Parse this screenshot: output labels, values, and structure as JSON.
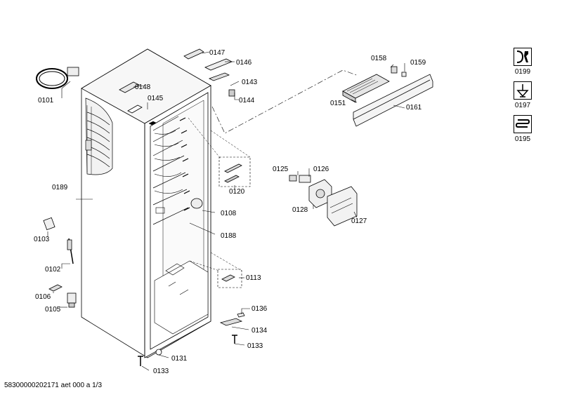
{
  "footer": {
    "text": "58300000202171 aet 000 a 1/3"
  },
  "callouts": {
    "c0101": "0101",
    "c0102": "0102",
    "c0103": "0103",
    "c0105": "0105",
    "c0106": "0106",
    "c0108": "0108",
    "c0113": "0113",
    "c0120": "0120",
    "c0125": "0125",
    "c0126": "0126",
    "c0127": "0127",
    "c0128": "0128",
    "c0131": "0131",
    "c0133a": "0133",
    "c0133b": "0133",
    "c0134": "0134",
    "c0136": "0136",
    "c0143": "0143",
    "c0144": "0144",
    "c0145": "0145",
    "c0146": "0146",
    "c0147": "0147",
    "c0148": "0148",
    "c0151": "0151",
    "c0158": "0158",
    "c0159": "0159",
    "c0161": "0161",
    "c0188": "0188",
    "c0189": "0189"
  },
  "side_icons": [
    {
      "icon": "wrench-service-icon",
      "label": "0199"
    },
    {
      "icon": "funnel-download-icon",
      "label": "0197"
    },
    {
      "icon": "heating-coil-icon",
      "label": "0195"
    }
  ]
}
